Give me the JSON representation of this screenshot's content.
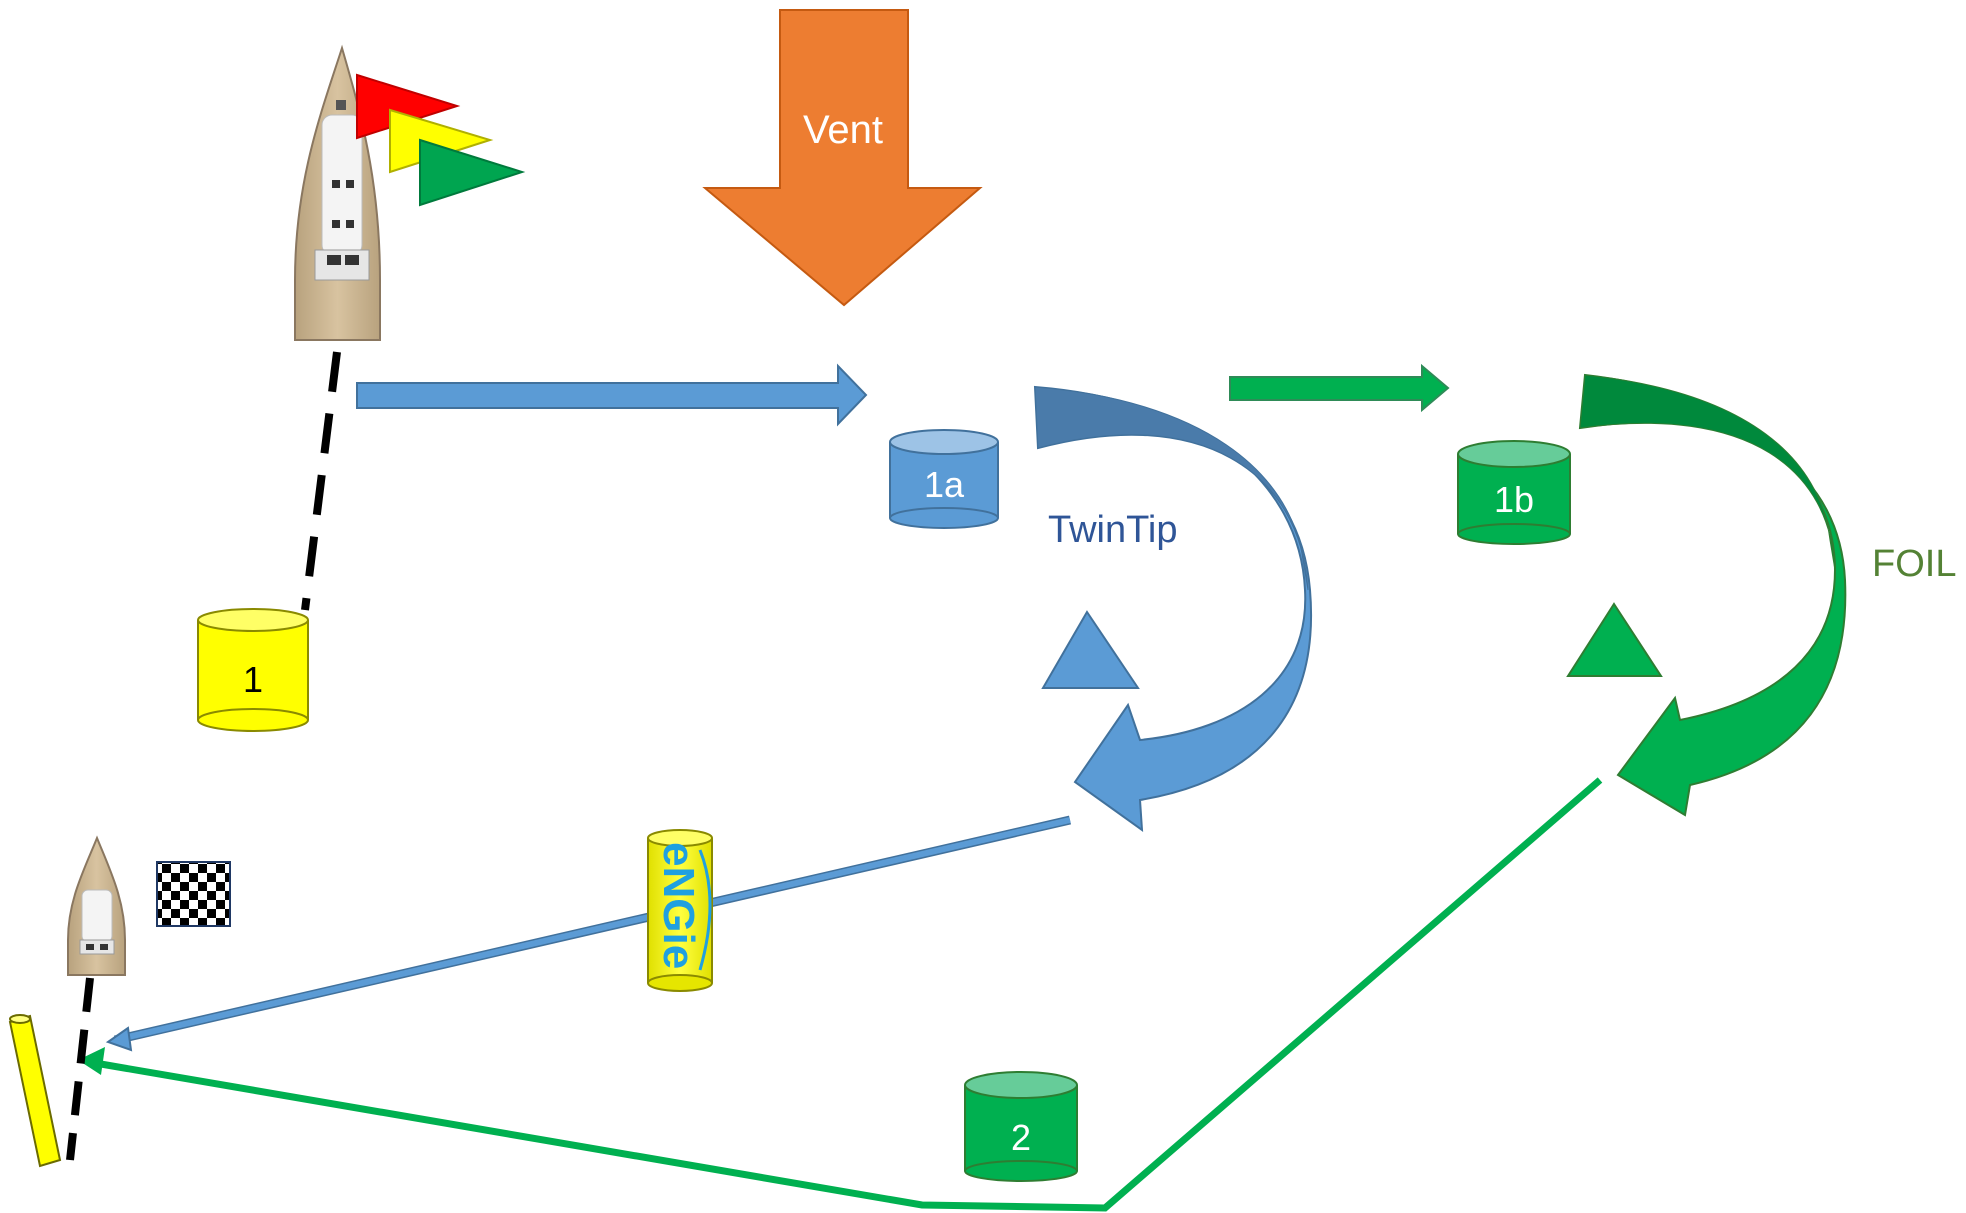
{
  "wind": {
    "label": "Vent"
  },
  "marks": {
    "mark_1": "1",
    "mark_1a": "1a",
    "mark_1b": "1b",
    "mark_2": "2",
    "sponsor_buoy": "eNGie"
  },
  "courses": {
    "twintip": "TwinTip",
    "foil": "FOIL"
  },
  "colors": {
    "wind_arrow": "#ED7D31",
    "twintip_blue": "#5B9BD5",
    "twintip_dark": "#4A7BAA",
    "foil_green": "#00B050",
    "foil_dark": "#00893C",
    "mark_yellow": "#FFFF00",
    "flag_red": "#FF0000",
    "flag_yellow": "#FFFF00",
    "flag_green": "#00A550",
    "foil_text": "#548235",
    "twintip_text": "#2F5597"
  }
}
